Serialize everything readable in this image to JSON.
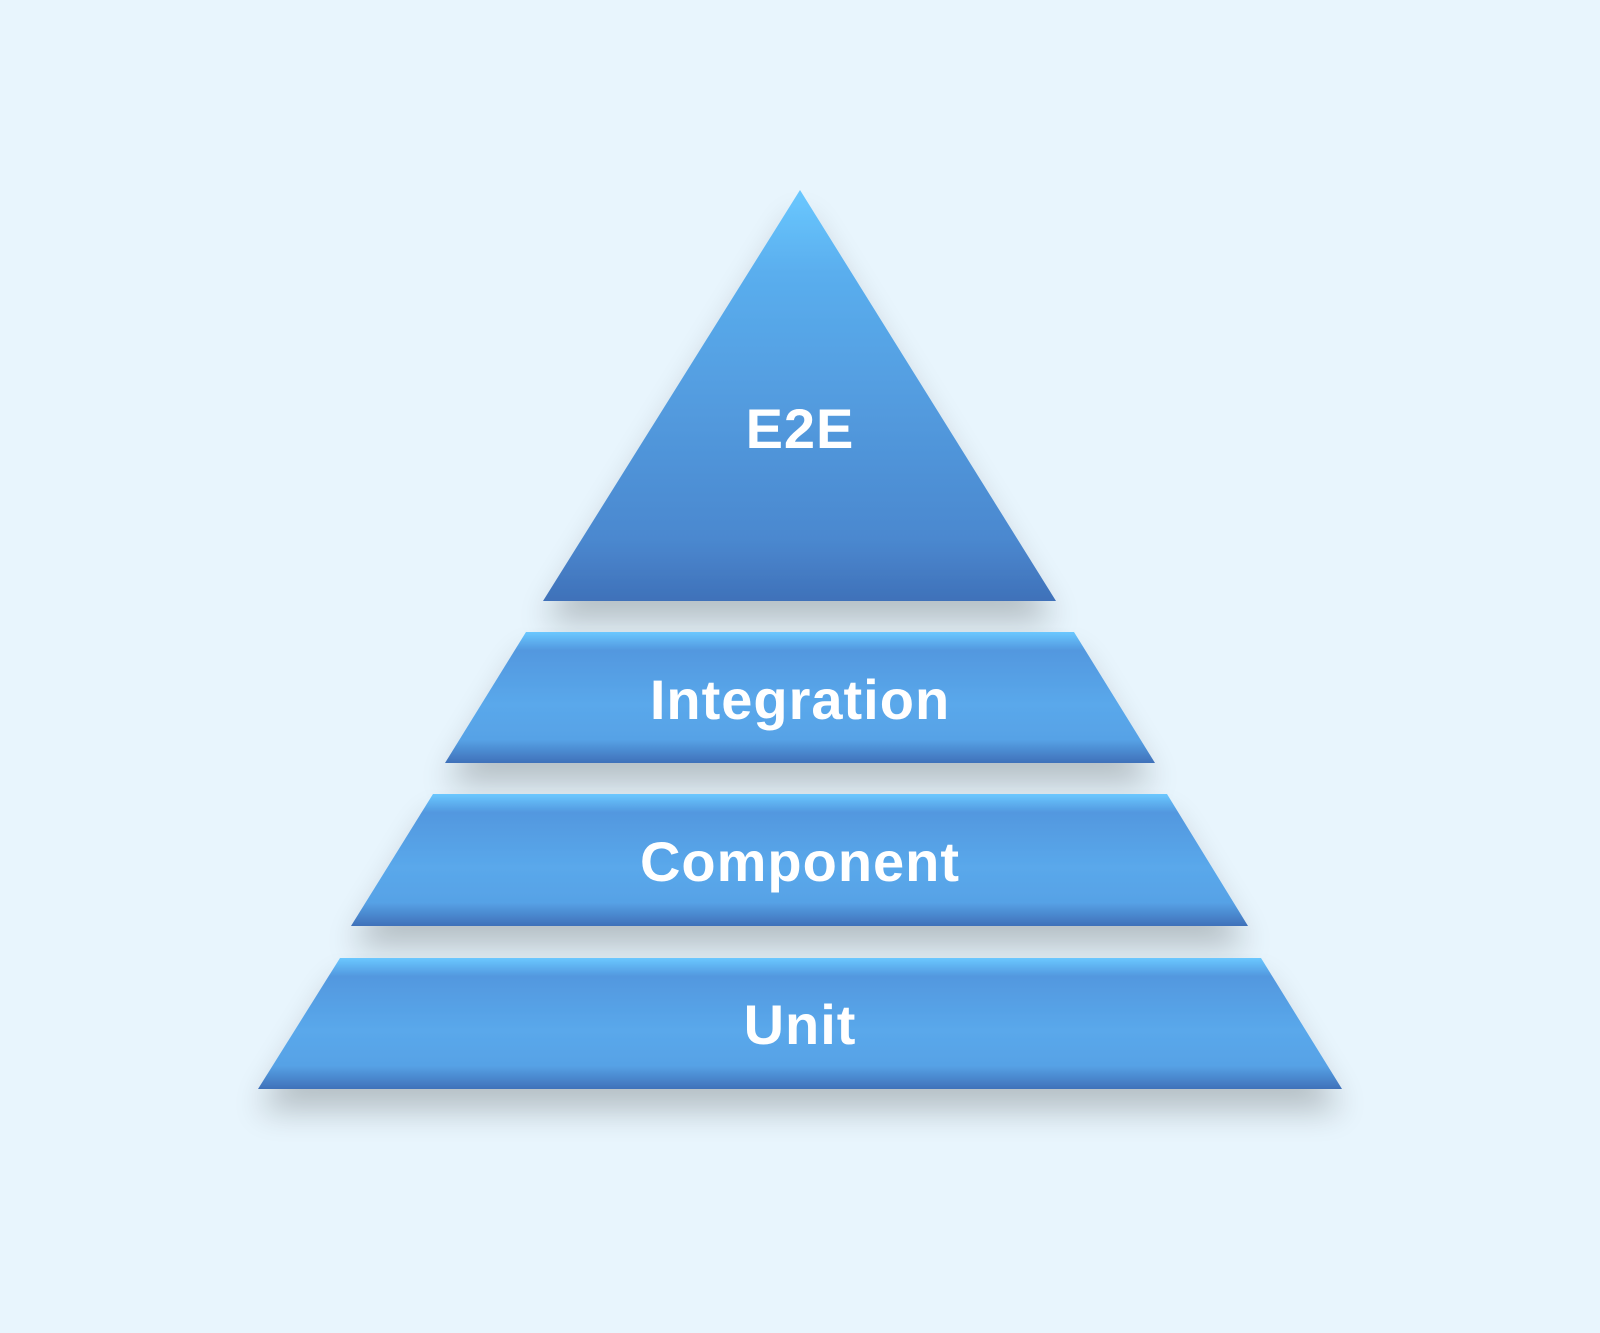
{
  "diagram": {
    "type": "pyramid",
    "tiers": [
      {
        "id": "e2e",
        "label": "E2E"
      },
      {
        "id": "integration",
        "label": "Integration"
      },
      {
        "id": "component",
        "label": "Component"
      },
      {
        "id": "unit",
        "label": "Unit"
      }
    ]
  },
  "colors": {
    "background": "#e8f5fd",
    "tier_light": "#6ac8ff",
    "tier_mid": "#5aa6e6",
    "tier_dark": "#3f71b9",
    "label": "#ffffff"
  }
}
